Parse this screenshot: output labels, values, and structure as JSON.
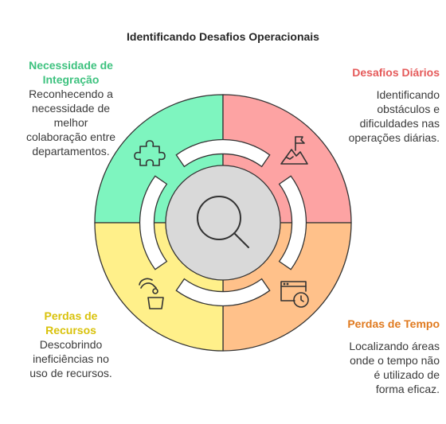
{
  "title": "Identificando Desafios Operacionais",
  "colors": {
    "integracao": "#7ef5bf",
    "diarios": "#fda3a3",
    "tempo": "#ffc18a",
    "recursos": "#fff08a",
    "integracao_text": "#3ec27f",
    "diarios_text": "#e55a5a",
    "tempo_text": "#e07a1f",
    "recursos_text": "#d9c20b"
  },
  "sections": {
    "integracao": {
      "heading_lines": [
        "Necessidade de",
        "Integração"
      ],
      "body_lines": [
        "Reconhecendo a",
        "necessidade de",
        "melhor",
        "colaboração entre",
        "departamentos."
      ],
      "icon": "puzzle-piece-icon"
    },
    "diarios": {
      "heading_lines": [
        "Desafios Diários"
      ],
      "body_lines": [
        "Identificando",
        "obstáculos e",
        "dificuldades nas",
        "operações diárias."
      ],
      "icon": "mountain-flag-icon"
    },
    "recursos": {
      "heading_lines": [
        "Perdas de",
        "Recursos"
      ],
      "body_lines": [
        "Descobrindo",
        "ineficiências no",
        "uso de recursos."
      ],
      "icon": "coin-bucket-icon"
    },
    "tempo": {
      "heading_lines": [
        "Perdas de Tempo"
      ],
      "body_lines": [
        "Localizando áreas",
        "onde o tempo não",
        "é utilizado de",
        "forma eficaz."
      ],
      "icon": "browser-clock-icon"
    }
  },
  "center_icon": "magnifier-icon"
}
